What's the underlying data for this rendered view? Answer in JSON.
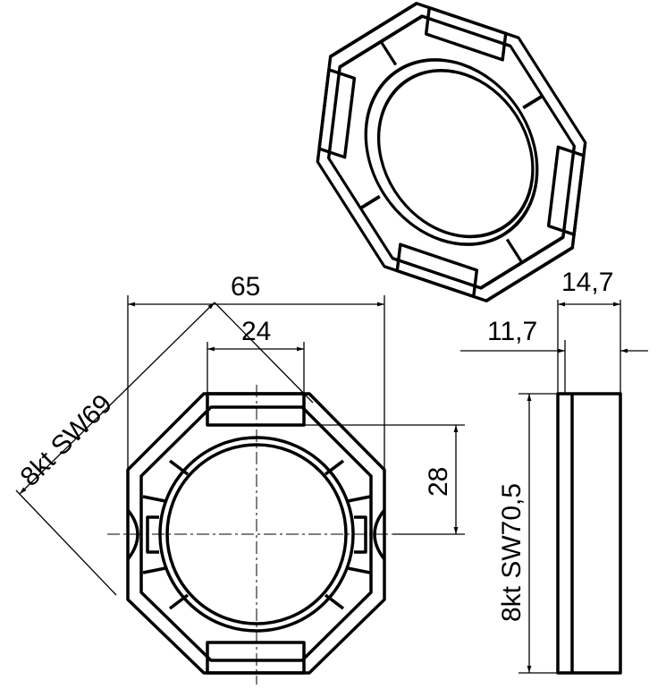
{
  "dimensions": {
    "width_overall": "65",
    "tab_width": "24",
    "tab_height": "28",
    "across_corners": "8kt SW69",
    "side_total": "14,7",
    "side_inner": "11,7",
    "side_across": "8kt SW70,5"
  }
}
